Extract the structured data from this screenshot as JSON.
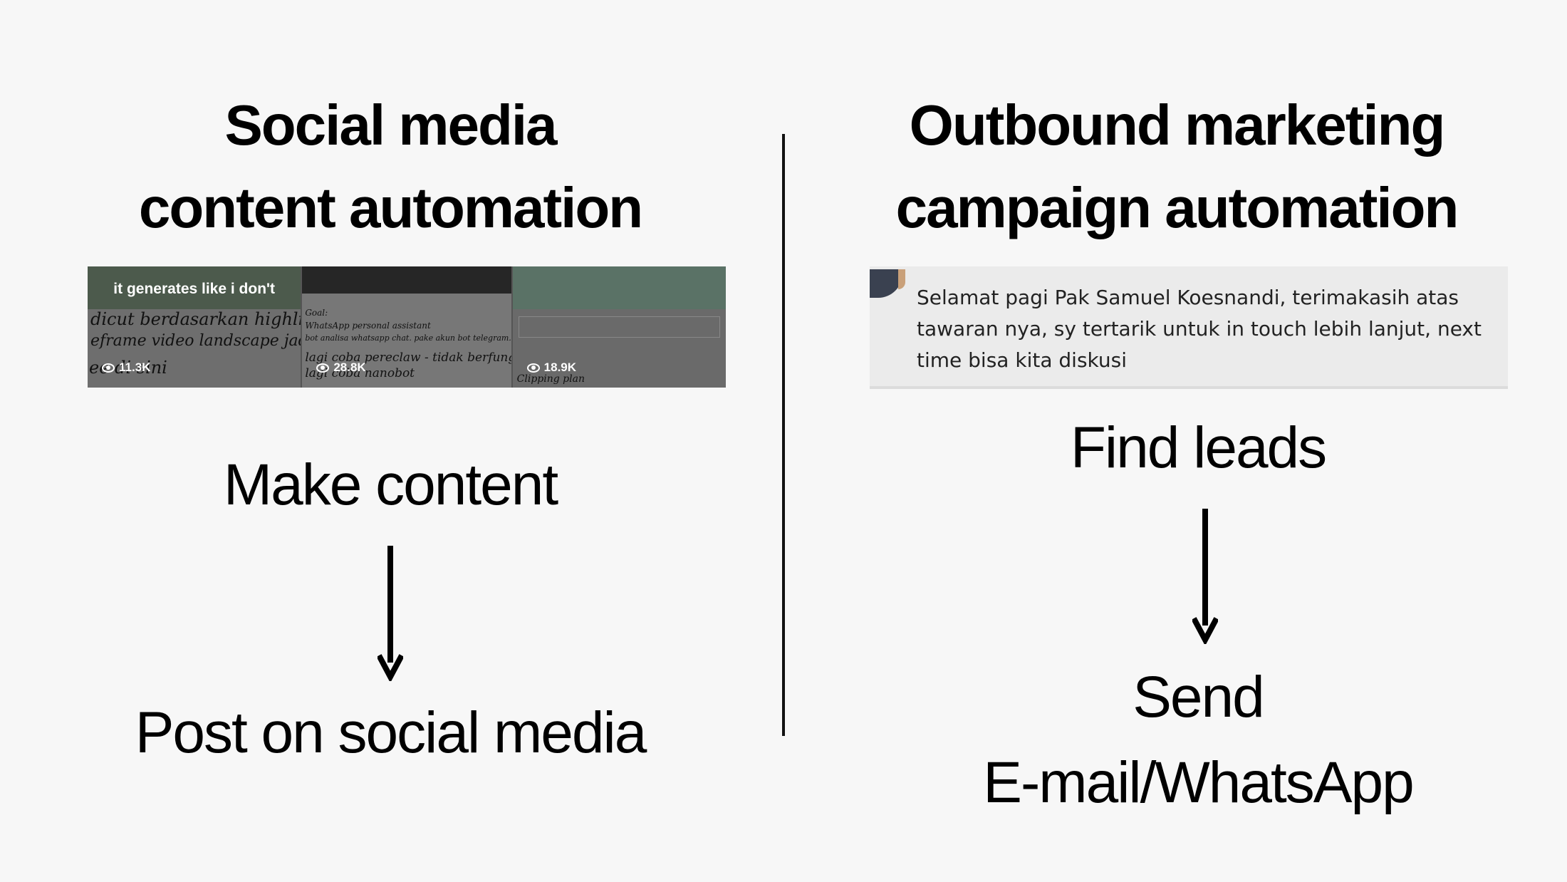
{
  "left": {
    "title_line1": "Social media",
    "title_line2": "content automation",
    "step1": "Make content",
    "step2": "Post on social media",
    "videos": [
      {
        "caption": "it generates like i don't",
        "lines": [
          "dicut berdasarkan highlight",
          "eframe video landscape jadi pot",
          "ee di sini"
        ],
        "views": "11.3K"
      },
      {
        "caption": "",
        "lines": [
          "Goal:",
          "WhatsApp personal assistant",
          "bot analisa whatsapp chat. pake akun bot telegram.",
          "lagi coba pereclaw - tidak berfungsi",
          "lagi coba nanobot"
        ],
        "views": "28.8K"
      },
      {
        "caption": "",
        "lines": [
          "Clipping plan"
        ],
        "views": "18.9K"
      }
    ]
  },
  "right": {
    "title_line1": "Outbound marketing",
    "title_line2": "campaign automation",
    "message": "Selamat pagi Pak Samuel Koesnandi, terimakasih atas tawaran nya, sy tertarik untuk in touch lebih lanjut, next time bisa kita diskusi",
    "step1": "Find leads",
    "step2_line1": "Send",
    "step2_line2": "E-mail/WhatsApp"
  },
  "colors": {
    "background": "#f7f7f7",
    "ink": "#000000",
    "chat_bg": "#ebebeb"
  }
}
